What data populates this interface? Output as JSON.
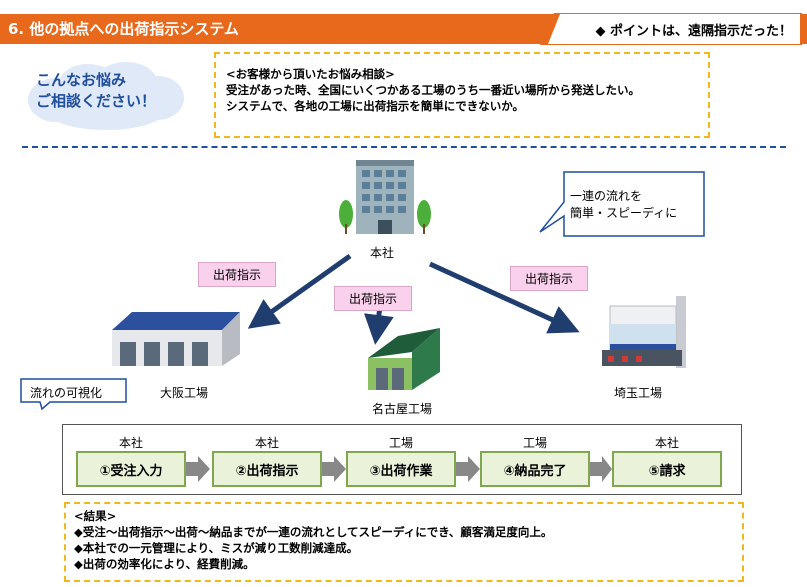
{
  "header": {
    "title": "6. 他の拠点への出荷指示システム",
    "point": "◆ ポイントは、遠隔指示だった！"
  },
  "consult": {
    "cloud_line1": "こんなお悩み",
    "cloud_line2": "ご相談ください！",
    "heading": "<お客様から頂いたお悩み相談>",
    "line1": "受注があった時、全国にいくつかある工場のうち一番近い場所から発送したい。",
    "line2": "システムで、各地の工場に出荷指示を簡単にできないか。"
  },
  "diagram": {
    "hq_label": "本社",
    "bubble_line1": "一連の流れを",
    "bubble_line2": "簡単・スピーディに",
    "instruction_left": "出荷指示",
    "instruction_center": "出荷指示",
    "instruction_right": "出荷指示",
    "factory_osaka": "大阪工場",
    "factory_nagoya": "名古屋工場",
    "factory_saitama": "埼玉工場"
  },
  "flow": {
    "visualize_label": "流れの可視化",
    "steps": [
      {
        "owner": "本社",
        "label": "①受注入力"
      },
      {
        "owner": "本社",
        "label": "②出荷指示"
      },
      {
        "owner": "工場",
        "label": "③出荷作業"
      },
      {
        "owner": "工場",
        "label": "④納品完了"
      },
      {
        "owner": "本社",
        "label": "⑤請求"
      }
    ]
  },
  "result": {
    "heading": "<結果>",
    "item1": "◆受注～出荷指示～出荷～納品までが一連の流れとしてスピーディにでき、顧客満足度向上。",
    "item2": "◆本社での一元管理により、ミスが減り工数削減達成。",
    "item3": "◆出荷の効率化により、経費削減。"
  },
  "colors": {
    "accent_orange": "#e8691c",
    "navy": "#1f4e9c",
    "dashed_yellow": "#f2b81b",
    "step_green": "#7fa84e",
    "label_pink": "#f9d1ec"
  }
}
